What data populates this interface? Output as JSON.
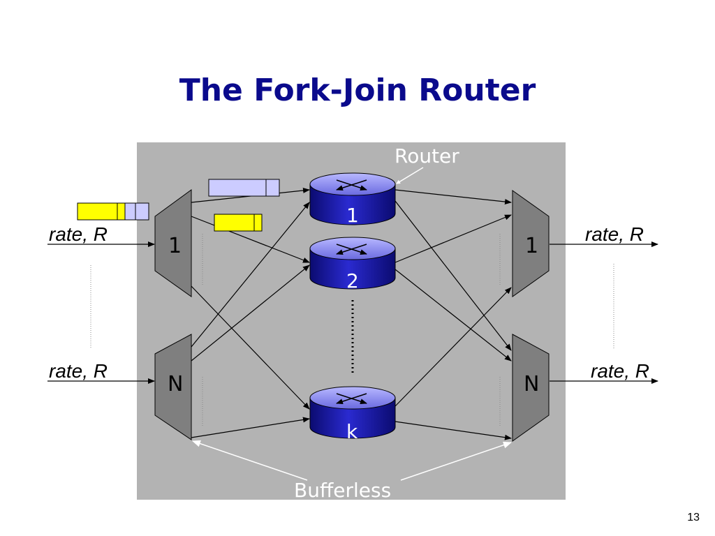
{
  "slide": {
    "title": "The Fork-Join Router",
    "page_number": "13"
  },
  "diagram": {
    "router_label": "Router",
    "bufferless_label": "Bufferless",
    "input_rate_top": "rate, R",
    "input_rate_bottom": "rate, R",
    "output_rate_top": "rate, R",
    "output_rate_bottom": "rate, R",
    "demux_top_label": "1",
    "demux_bottom_label": "N",
    "mux_top_label": "1",
    "mux_bottom_label": "N",
    "router_1_label": "1",
    "router_2_label": "2",
    "router_k_label": "k"
  },
  "colors": {
    "title": "#0a0a8c",
    "panel": "#b3b3b3",
    "router_body": "#1b1bb0",
    "router_top": "#8f8ff0",
    "packet_yellow": "#ffff00",
    "packet_lavender": "#ccccff",
    "trapezoid": "#7f7f7f"
  }
}
